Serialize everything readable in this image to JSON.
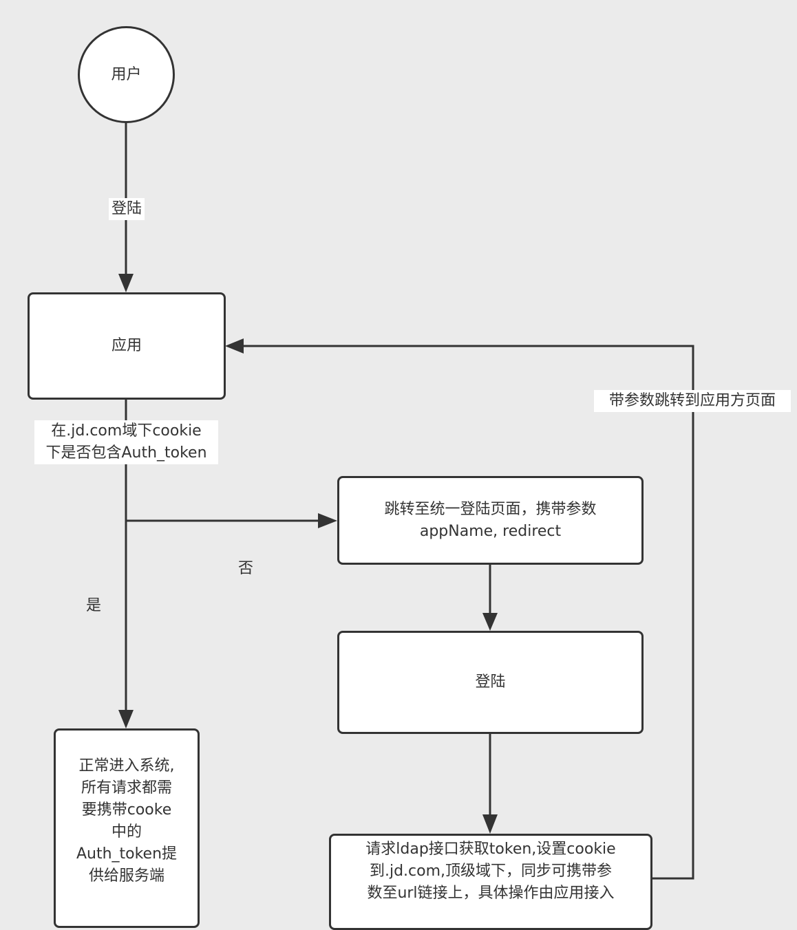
{
  "nodes": {
    "user": "用户",
    "app": "应用",
    "redirect_login": "跳转至统一登陆页面，携带参数\nappName, redirect",
    "login": "登陆",
    "ldap_request": "请求ldap接口获取token,设置cookie\n到.jd.com,顶级域下，同步可携带参\n数至url链接上，具体操作由应用接入",
    "normal_enter": "正常进入系统,\n所有请求都需\n要携带cooke\n中的\nAuth_token提\n供给服务端"
  },
  "edges": {
    "login_label": "登陆",
    "cookie_check": "在.jd.com域下cookie\n下是否包含Auth_token",
    "no": "否",
    "yes": "是",
    "back_to_app": "带参数跳转到应用方页面"
  }
}
